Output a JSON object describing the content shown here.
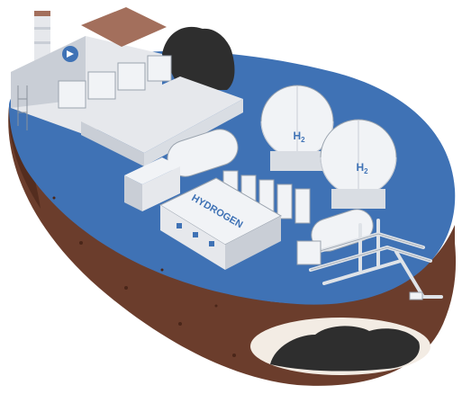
{
  "sign": {
    "text": "HYDROGEN"
  },
  "tanks": [
    {
      "label_main": "H",
      "label_sub": "2"
    },
    {
      "label_main": "H",
      "label_sub": "2"
    }
  ],
  "colors": {
    "ground_top": "#3f72b5",
    "ground_side": "#6b3d2c",
    "ground_side_dark": "#4a2619",
    "building_wall": "#e6e8ec",
    "building_shade": "#c9ced6",
    "roof_brown": "#a36f5c",
    "coal": "#2e2e2e",
    "tank": "#f1f3f6",
    "tank_text": "#3f72b5",
    "pipe": "#dfe3e8"
  },
  "icons": [
    "power-plant-logo-icon"
  ]
}
